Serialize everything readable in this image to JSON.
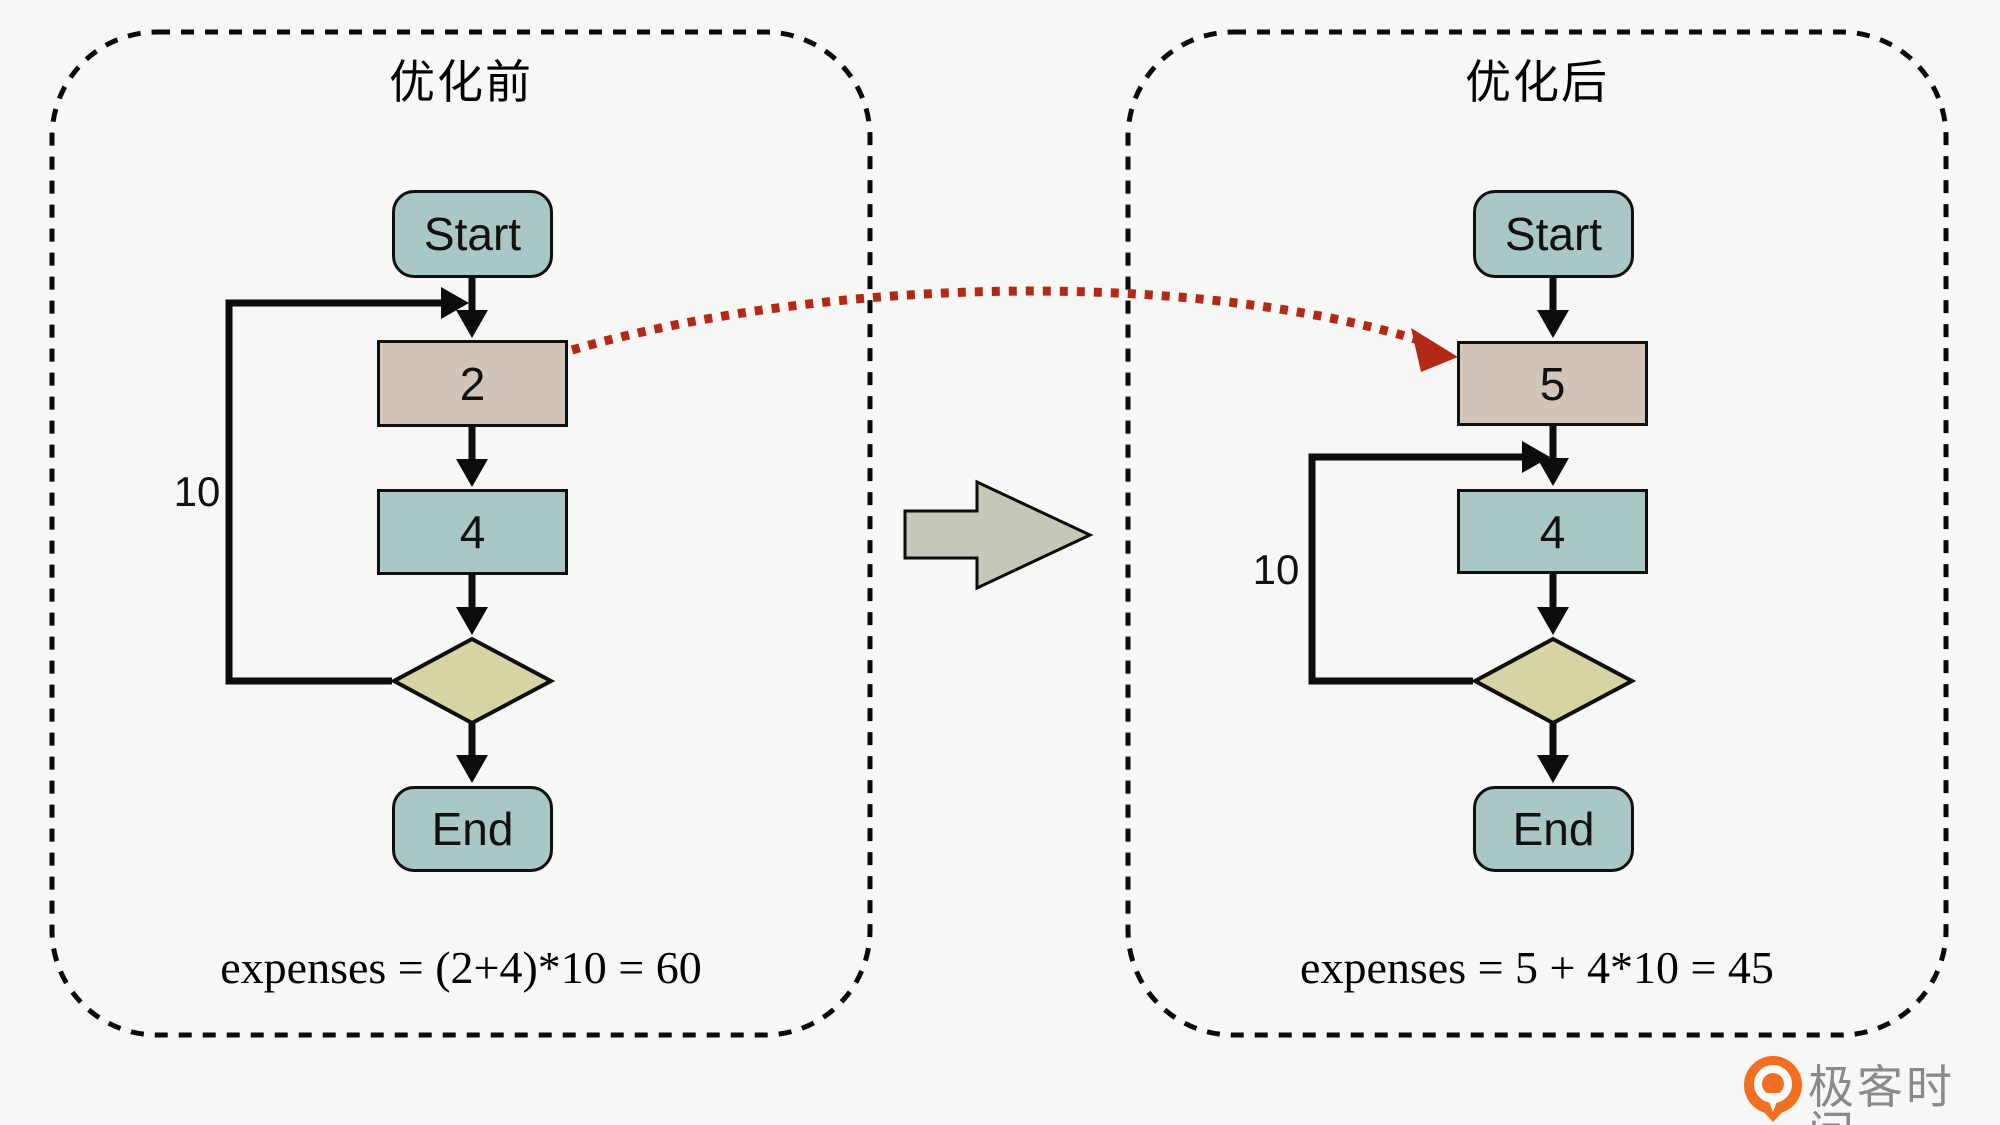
{
  "colors": {
    "background": "#f7f7f6",
    "node_teal": "#a9c7c5",
    "node_tan": "#d2c4b8",
    "diamond_khaki": "#d6d3a4",
    "block_arrow_gray": "#c6c7b8",
    "motion_arrow_red": "#b22a15",
    "line_black": "#111111",
    "logo_orange": "#f26f21",
    "logo_text_gray": "#8a8a8a"
  },
  "panels": {
    "before": {
      "title": "优化前",
      "start_label": "Start",
      "invariant_value": "2",
      "loop_body_value": "4",
      "loop_count": "10",
      "end_label": "End",
      "caption": "expenses = (2+4)*10 = 60"
    },
    "after": {
      "title": "优化后",
      "start_label": "Start",
      "invariant_value": "5",
      "loop_body_value": "4",
      "loop_count": "10",
      "end_label": "End",
      "caption": "expenses = 5 + 4*10 = 45"
    }
  },
  "logo": {
    "text": "极客时间"
  }
}
